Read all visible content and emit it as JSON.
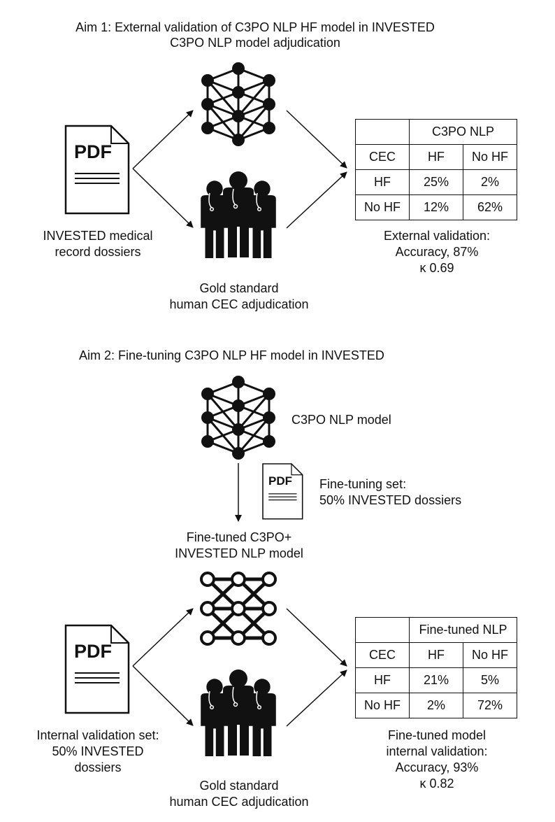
{
  "aim1": {
    "title": "Aim 1: External validation of C3PO NLP HF model in INVESTED",
    "subtitle": "C3PO NLP model adjudication",
    "pdf_label": "PDF",
    "source_label": [
      "INVESTED medical",
      "record dossiers"
    ],
    "human_label": [
      "Gold standard",
      "human CEC adjudication"
    ],
    "table": {
      "header": "C3PO NLP",
      "col_head": [
        "CEC",
        "HF",
        "No HF"
      ],
      "rows": [
        [
          "HF",
          "25%",
          "2%"
        ],
        [
          "No HF",
          "12%",
          "62%"
        ]
      ]
    },
    "result": [
      "External validation:",
      "Accuracy, 87%",
      "κ 0.69"
    ]
  },
  "aim2": {
    "title": "Aim 2: Fine-tuning C3PO NLP HF model in INVESTED",
    "model_label": "C3PO NLP model",
    "pdf_label": "PDF",
    "finetune_label": [
      "Fine-tuning set:",
      "50% INVESTED dossiers"
    ],
    "finetuned_model_label": [
      "Fine-tuned C3PO+",
      "INVESTED NLP model"
    ],
    "source_label": [
      "Internal validation set:",
      "50% INVESTED",
      "dossiers"
    ],
    "human_label": [
      "Gold standard",
      "human CEC adjudication"
    ],
    "table": {
      "header": "Fine-tuned NLP",
      "col_head": [
        "CEC",
        "HF",
        "No HF"
      ],
      "rows": [
        [
          "HF",
          "21%",
          "5%"
        ],
        [
          "No HF",
          "2%",
          "72%"
        ]
      ]
    },
    "result": [
      "Fine-tuned model",
      "internal validation:",
      "Accuracy, 93%",
      "κ 0.82"
    ]
  }
}
